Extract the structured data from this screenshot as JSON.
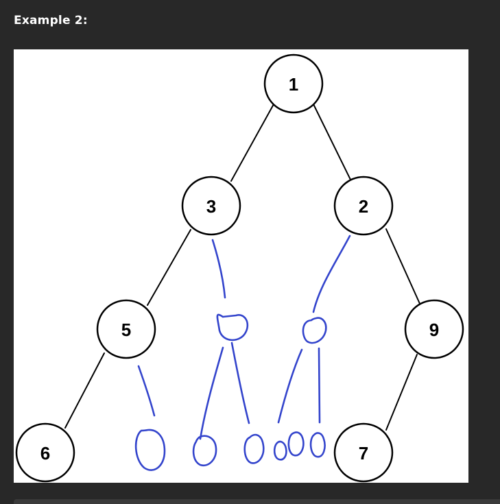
{
  "heading": "Example 2:",
  "colors": {
    "background": "#282828",
    "figure_background": "#ffffff",
    "tree_stroke": "#000000",
    "annotation": "#3344cc",
    "heading_text": "#ffffff"
  },
  "tree": {
    "nodes": [
      {
        "id": "n1",
        "label": "1"
      },
      {
        "id": "n3",
        "label": "3"
      },
      {
        "id": "n2",
        "label": "2"
      },
      {
        "id": "n5",
        "label": "5"
      },
      {
        "id": "n9",
        "label": "9"
      },
      {
        "id": "n6",
        "label": "6"
      },
      {
        "id": "n7",
        "label": "7"
      }
    ],
    "edges": [
      [
        "n1",
        "n3"
      ],
      [
        "n1",
        "n2"
      ],
      [
        "n3",
        "n5"
      ],
      [
        "n2",
        "n9"
      ],
      [
        "n5",
        "n6"
      ],
      [
        "n9",
        "n7"
      ]
    ]
  },
  "annotation": {
    "description_icon": "handwritten-null-nodes",
    "null_node_count": 8
  }
}
